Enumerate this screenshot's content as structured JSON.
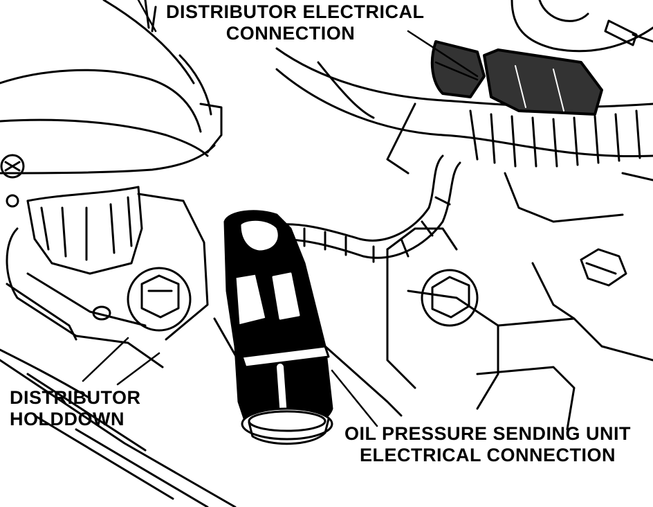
{
  "callouts": {
    "distributor_electrical": {
      "line1": "DISTRIBUTOR ELECTRICAL",
      "line2": "CONNECTION"
    },
    "distributor_holddown": {
      "line1": "DISTRIBUTOR",
      "line2": "HOLDDOWN"
    },
    "oil_pressure": {
      "line1": "OIL PRESSURE SENDING UNIT",
      "line2": "ELECTRICAL CONNECTION"
    }
  },
  "colors": {
    "ink": "#000000",
    "paper": "#ffffff"
  }
}
